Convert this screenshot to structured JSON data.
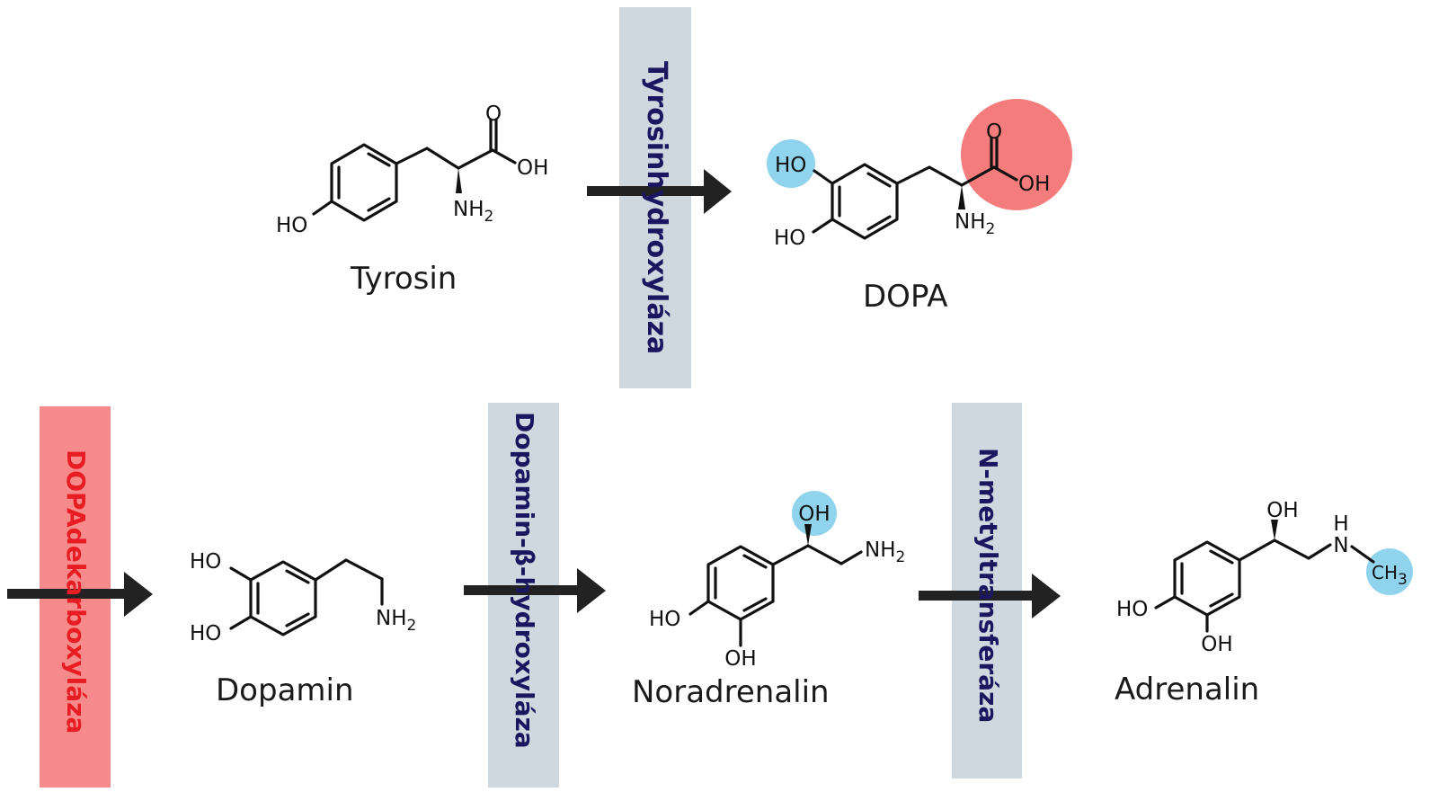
{
  "colors": {
    "blue_band": "#cfd8de",
    "red_band": "#f78a8a",
    "blue_text": "#1a1760",
    "red_text": "#e81c23",
    "blue_highlight": "#8fd3ec",
    "red_highlight": "#f47c7c",
    "bond": "#111111",
    "arrow": "#222222"
  },
  "molecules": {
    "tyrosin": {
      "name": "Tyrosin",
      "atoms": {
        "o_top": "O",
        "oh": "OH",
        "nh2": "NH2",
        "ho": "HO"
      }
    },
    "dopa": {
      "name": "DOPA",
      "atoms": {
        "ho_top": "HO",
        "ho_bottom": "HO",
        "o_top": "O",
        "oh": "OH",
        "nh2": "NH2"
      }
    },
    "dopamin": {
      "name": "Dopamin",
      "atoms": {
        "ho_top": "HO",
        "ho_bottom": "HO",
        "nh2": "NH2"
      }
    },
    "noradrenalin": {
      "name": "Noradrenalin",
      "atoms": {
        "oh_top": "OH",
        "nh2": "NH2",
        "ho": "HO",
        "oh_bottom": "OH"
      }
    },
    "adrenalin": {
      "name": "Adrenalin",
      "atoms": {
        "oh_top": "OH",
        "h": "H",
        "n": "N",
        "ch3": "CH3",
        "ho": "HO",
        "oh_bottom": "OH"
      }
    }
  },
  "enzymes": {
    "tyrosinhydroxylaza": "Tyrosinhydroxyláza",
    "dopadekarboxylaza": "DOPAdekarboxyláza",
    "dopamin_beta_hydroxylaza": "Dopamin-β-hydroxyláza",
    "n_metyltransferaza": "N-metyltransferáza"
  }
}
